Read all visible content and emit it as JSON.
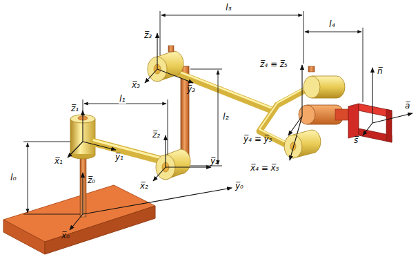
{
  "diagram": {
    "labels": [
      "l₀",
      "x̅₀",
      "y̅₀",
      "z̅₀",
      "x̅₁",
      "y̅₁",
      "z̅₁",
      "l₁",
      "z̅₂",
      "x̅₂",
      "y̅₂",
      "z̅₃",
      "x̅₃",
      "y̅₃",
      "l₂",
      "l₃",
      "l₄",
      "z̅₄ ≡ z̅₅",
      "y̅₄ ≡ y̅₅",
      "x̅₄ ≡ x̅₅",
      "n̅",
      "a̅",
      "s̅"
    ]
  }
}
